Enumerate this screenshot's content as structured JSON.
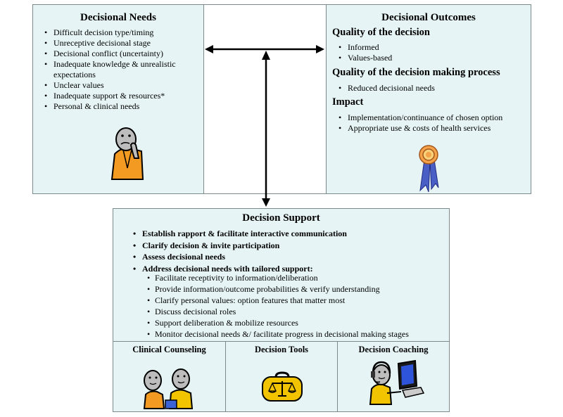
{
  "needs": {
    "title": "Decisional Needs",
    "items": [
      "Difficult decision type/timing",
      "Unreceptive decisional stage",
      "Decisional conflict (uncertainty)",
      "Inadequate knowledge & unrealistic expectations",
      "Unclear values",
      "Inadequate support & resources*",
      "Personal & clinical needs"
    ]
  },
  "outcomes": {
    "title": "Decisional Outcomes",
    "sections": [
      {
        "heading": "Quality of the decision",
        "items": [
          "Informed",
          "Values-based"
        ]
      },
      {
        "heading": "Quality of the decision making process",
        "items": [
          "Reduced decisional needs"
        ]
      },
      {
        "heading": "Impact",
        "items": [
          "Implementation/continuance of chosen option",
          "Appropriate use & costs of health services"
        ]
      }
    ]
  },
  "support": {
    "title": "Decision Support",
    "main_items": [
      "Establish rapport & facilitate interactive communication",
      "Clarify decision & invite participation",
      "Assess decisional needs",
      "Address decisional needs with tailored support:"
    ],
    "sub_items": [
      "Facilitate receptivity to information/deliberation",
      "Provide information/outcome probabilities & verify understanding",
      "Clarify personal values: option features that matter most",
      "Discuss decisional roles",
      "Support deliberation & mobilize resources",
      "Monitor decisional needs &/ facilitate progress in decisional making stages"
    ],
    "columns": [
      "Clinical Counseling",
      "Decision Tools",
      "Decision Coaching"
    ]
  },
  "colors": {
    "panel": "#e6f4f5",
    "figure_orange": "#f39a22",
    "figure_face": "#bdbdbd",
    "ribbon_blue": "#4a5fc6",
    "case_yellow": "#f2c400"
  },
  "icons": [
    "worried-person-icon",
    "award-ribbon-icon",
    "two-people-counseling-icon",
    "briefcase-scales-icon",
    "person-headset-computer-icon"
  ]
}
